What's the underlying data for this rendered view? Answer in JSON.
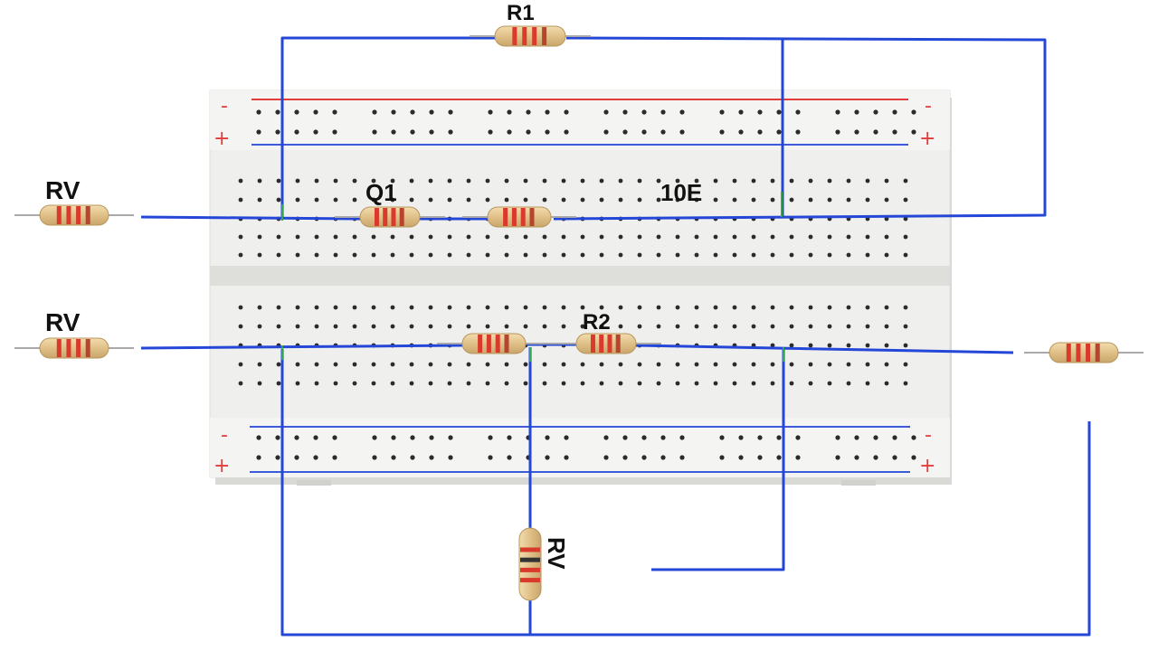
{
  "labels": {
    "top_resistor": "R1",
    "left_upper": "RV",
    "left_lower": "RV",
    "mid_upper_left": "Q1",
    "mid_upper_right": "10E",
    "mid_lower_right": "R2",
    "bottom_vertical": "RV"
  },
  "rails": {
    "top_minus": "-",
    "top_plus": "+",
    "bottom_minus": "-",
    "bottom_plus": "+"
  },
  "colors": {
    "wire": "#2447d8",
    "rail_red": "#e23c3c",
    "rail_blue": "#3b5bdb",
    "board": "#ececea",
    "hole": "#2b2b2b",
    "resistor_body": "#e3c48c",
    "band_red": "#d93a2b"
  }
}
